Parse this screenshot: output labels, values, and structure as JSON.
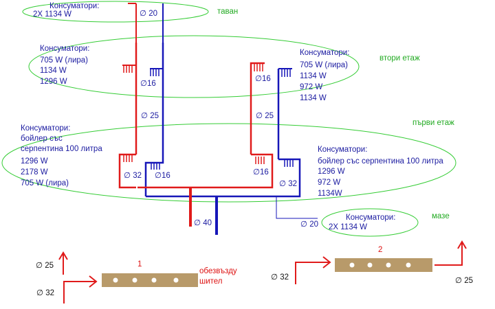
{
  "colors": {
    "supply": "#e01a1a",
    "return": "#1616b8",
    "zone": "#33cc33",
    "manifold": "#b89a6a",
    "text_blue": "#1a1aa0",
    "text_green": "#22aa22"
  },
  "zones": {
    "attic": {
      "name": "таван",
      "consumers_title": "Консуматори:",
      "lines": [
        "2X  1134 W"
      ]
    },
    "second_floor": {
      "name": "втори етаж",
      "left": {
        "consumers_title": "Консуматори:",
        "lines": [
          "705 W (лира)",
          "1134 W",
          "1296 W"
        ]
      },
      "right": {
        "consumers_title": "Консуматори:",
        "lines": [
          "705 W (лира)",
          "1134 W",
          "972 W",
          "1134 W"
        ]
      }
    },
    "first_floor": {
      "name": "първи етаж",
      "left": {
        "consumers_title": "Консуматори:",
        "lines": [
          "бойлер със",
          "серпентина 100 литра",
          "1296 W",
          "2178 W",
          "705 W (лира)"
        ]
      },
      "right": {
        "consumers_title": "Консуматори:",
        "lines": [
          "бойлер със серпентина 100 литра",
          "1296 W",
          "972 W",
          "1134W"
        ]
      }
    },
    "basement": {
      "name": "мазе",
      "consumers_title": "Консуматори:",
      "lines": [
        "2X  1134 W"
      ]
    }
  },
  "pipes": {
    "attic": "∅ 20",
    "second_floor_left": "∅16",
    "second_floor_right": "∅16",
    "riser_left": "∅ 25",
    "riser_right": "∅ 25",
    "first_left_supply": "∅ 32",
    "first_left_return": "∅16",
    "first_right_supply": "∅16",
    "first_right_return": "∅ 32",
    "main": "∅ 40",
    "basement": "∅ 20"
  },
  "manifolds": {
    "m1": {
      "number": "1",
      "note_lines": [
        "обезвъзду",
        "шител"
      ],
      "label_up": "∅ 25",
      "label_in": "∅ 32"
    },
    "m2": {
      "number": "2",
      "label_in": "∅ 32",
      "label_down": "∅ 25"
    }
  }
}
